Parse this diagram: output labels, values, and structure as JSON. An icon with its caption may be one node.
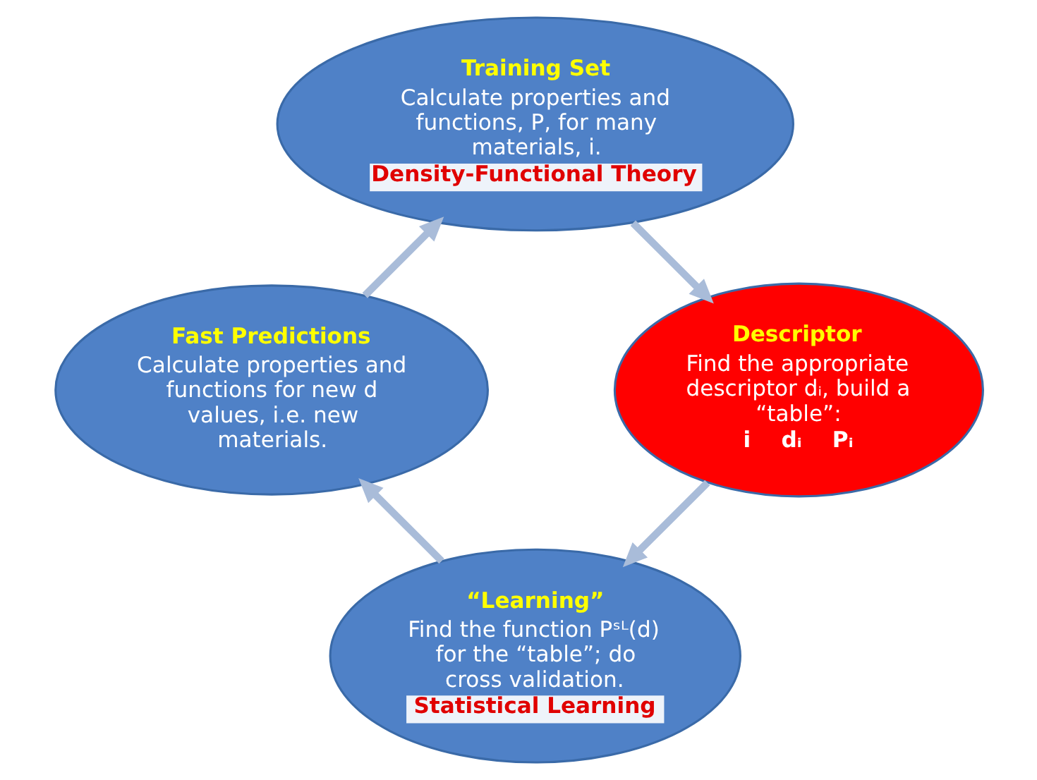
{
  "diagram": {
    "nodes": [
      {
        "text": [
          "Training Set",
          "Calculate properties and functions, P, for many materials, i.",
          "Density-Functional Theory"
        ]
      },
      {
        "text": [
          "Descriptor",
          "Find the appropriate descriptor dᵢ, build a “table”:",
          "i    dᵢ    Pᵢ"
        ]
      },
      {
        "text": [
          "“Learning”",
          "Find the function Pˢᴸ(d) for the “table”; do cross validation.",
          "Statistical Learning"
        ]
      },
      {
        "text": [
          "Fast Predictions",
          "Calculate properties and functions for new d values, i.e. new materials."
        ]
      }
    ],
    "edges": [
      {
        "from": 0,
        "to": 1,
        "arrow": "to"
      },
      {
        "from": 1,
        "to": 2,
        "arrow": "to"
      },
      {
        "from": 2,
        "to": 3,
        "arrow": "to"
      },
      {
        "from": 3,
        "to": 0,
        "arrow": "to"
      }
    ]
  }
}
